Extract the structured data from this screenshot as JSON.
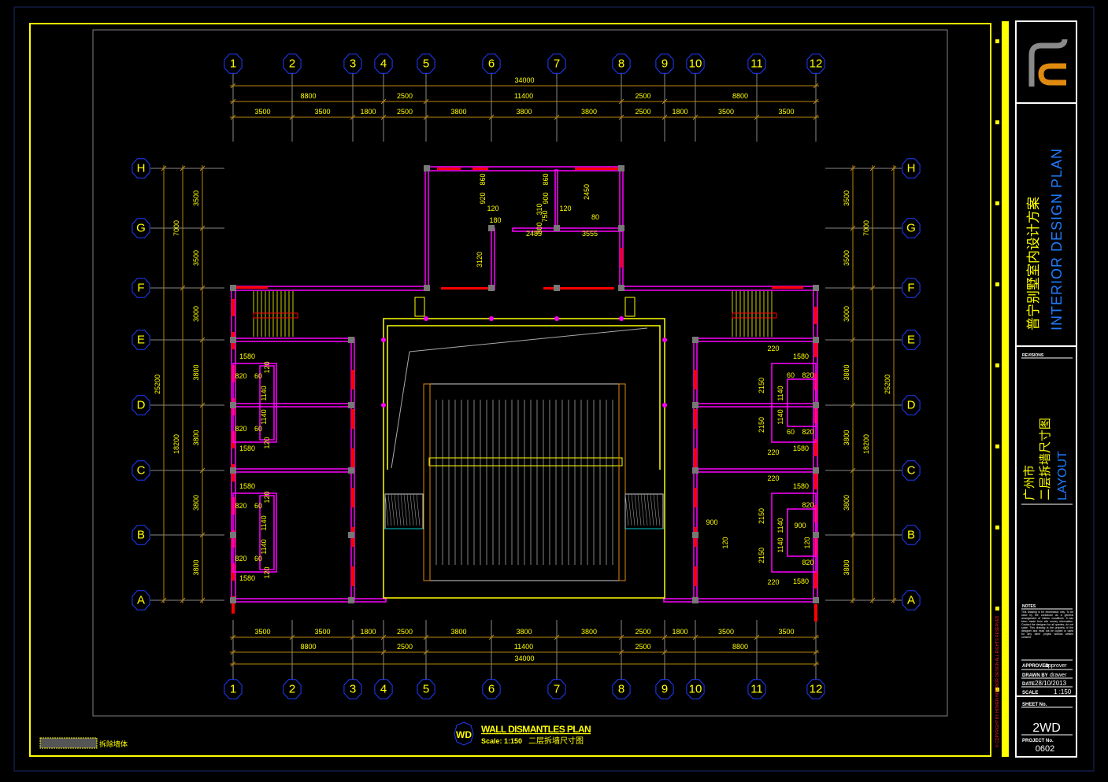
{
  "grid": {
    "columns": [
      "1",
      "2",
      "3",
      "4",
      "5",
      "6",
      "7",
      "8",
      "9",
      "10",
      "11",
      "12"
    ],
    "rows": [
      "H",
      "G",
      "F",
      "E",
      "D",
      "C",
      "B",
      "A"
    ]
  },
  "dimensions": {
    "top_total": "34000",
    "top_mid": [
      "8800",
      "2500",
      "11400",
      "2500",
      "8800"
    ],
    "top_detail": [
      "3500",
      "3500",
      "1800",
      "2500",
      "3800",
      "3800",
      "3800",
      "2500",
      "1800",
      "3500",
      "3500"
    ],
    "side_total": "25200",
    "side_mid": [
      "7000",
      "18200"
    ],
    "side_detail": [
      "3500",
      "3500",
      "3000",
      "3800",
      "3800",
      "3800",
      "3800"
    ]
  },
  "annotations": {
    "left_rooms": [
      "1580",
      "820",
      "60",
      "1140",
      "1140",
      "820",
      "60",
      "1580",
      "120",
      "120",
      "1580",
      "820",
      "60",
      "1140",
      "1140",
      "820",
      "60",
      "1580",
      "120",
      "120"
    ],
    "right_rooms": [
      "220",
      "1580",
      "2150",
      "2150",
      "1140",
      "1140",
      "60",
      "820",
      "60",
      "820",
      "1580",
      "220",
      "220",
      "1580",
      "2150",
      "2150",
      "1140",
      "1140",
      "820",
      "900",
      "120",
      "820",
      "1580",
      "220",
      "900",
      "120"
    ],
    "upper_block": [
      "920",
      "860",
      "900",
      "860",
      "310",
      "750",
      "300",
      "120",
      "120",
      "180",
      "2450",
      "80",
      "2485",
      "3555",
      "3120"
    ]
  },
  "drawing_title": {
    "badge": "WD",
    "title": "WALL DISMANTLES PLAN",
    "scale": "Scale: 1:150",
    "subtitle_cn": "二层拆墙尺寸图"
  },
  "legend": {
    "label": "拆除墙体"
  },
  "title_block": {
    "project_cn": "普宁别墅室内设计方案",
    "project_en": "INTERIOR DESIGN PLAN",
    "revisions_label": "REVISIONS",
    "sheet_cn_1": "广州市",
    "sheet_cn_2": "二层拆墙尺寸图",
    "sheet_en": "LAYOUT",
    "notes_label": "NOTES",
    "notes_text": "This drawing is for information only. To be used by the contractor as a general arrangement of interior conditions. It has been made from site survey information. Contact the designer for all queries; do not scale. This drawing is the property of the designer and must not be copied or used for any other project without written consent.",
    "approved_label": "APPROVED",
    "approved_value": "approver",
    "drawn_label": "DRAWN BY",
    "drawn_value": "drawer",
    "date_label": "DATE",
    "date_value": "28/10/2013",
    "scale_label": "SCALE",
    "scale_value": "1 :150",
    "sheet_no_label": "SHEET No.",
    "sheet_no": "2WD",
    "project_no_label": "PROJECT No.",
    "project_no": "0602",
    "copyright": "© COPYRIGHT BY HOMEN INTERIOR DESIGN ALL RIGHTS RESERVED."
  },
  "colors": {
    "wall": "#ff00ff",
    "demolish": "#ff0000",
    "dimension": "#b8860b",
    "text": "#ffff00",
    "bubble": "#1e3cff",
    "accent_blue": "#1e7cff",
    "logo_gray": "#8a8a8a",
    "logo_orange": "#e08a10"
  }
}
